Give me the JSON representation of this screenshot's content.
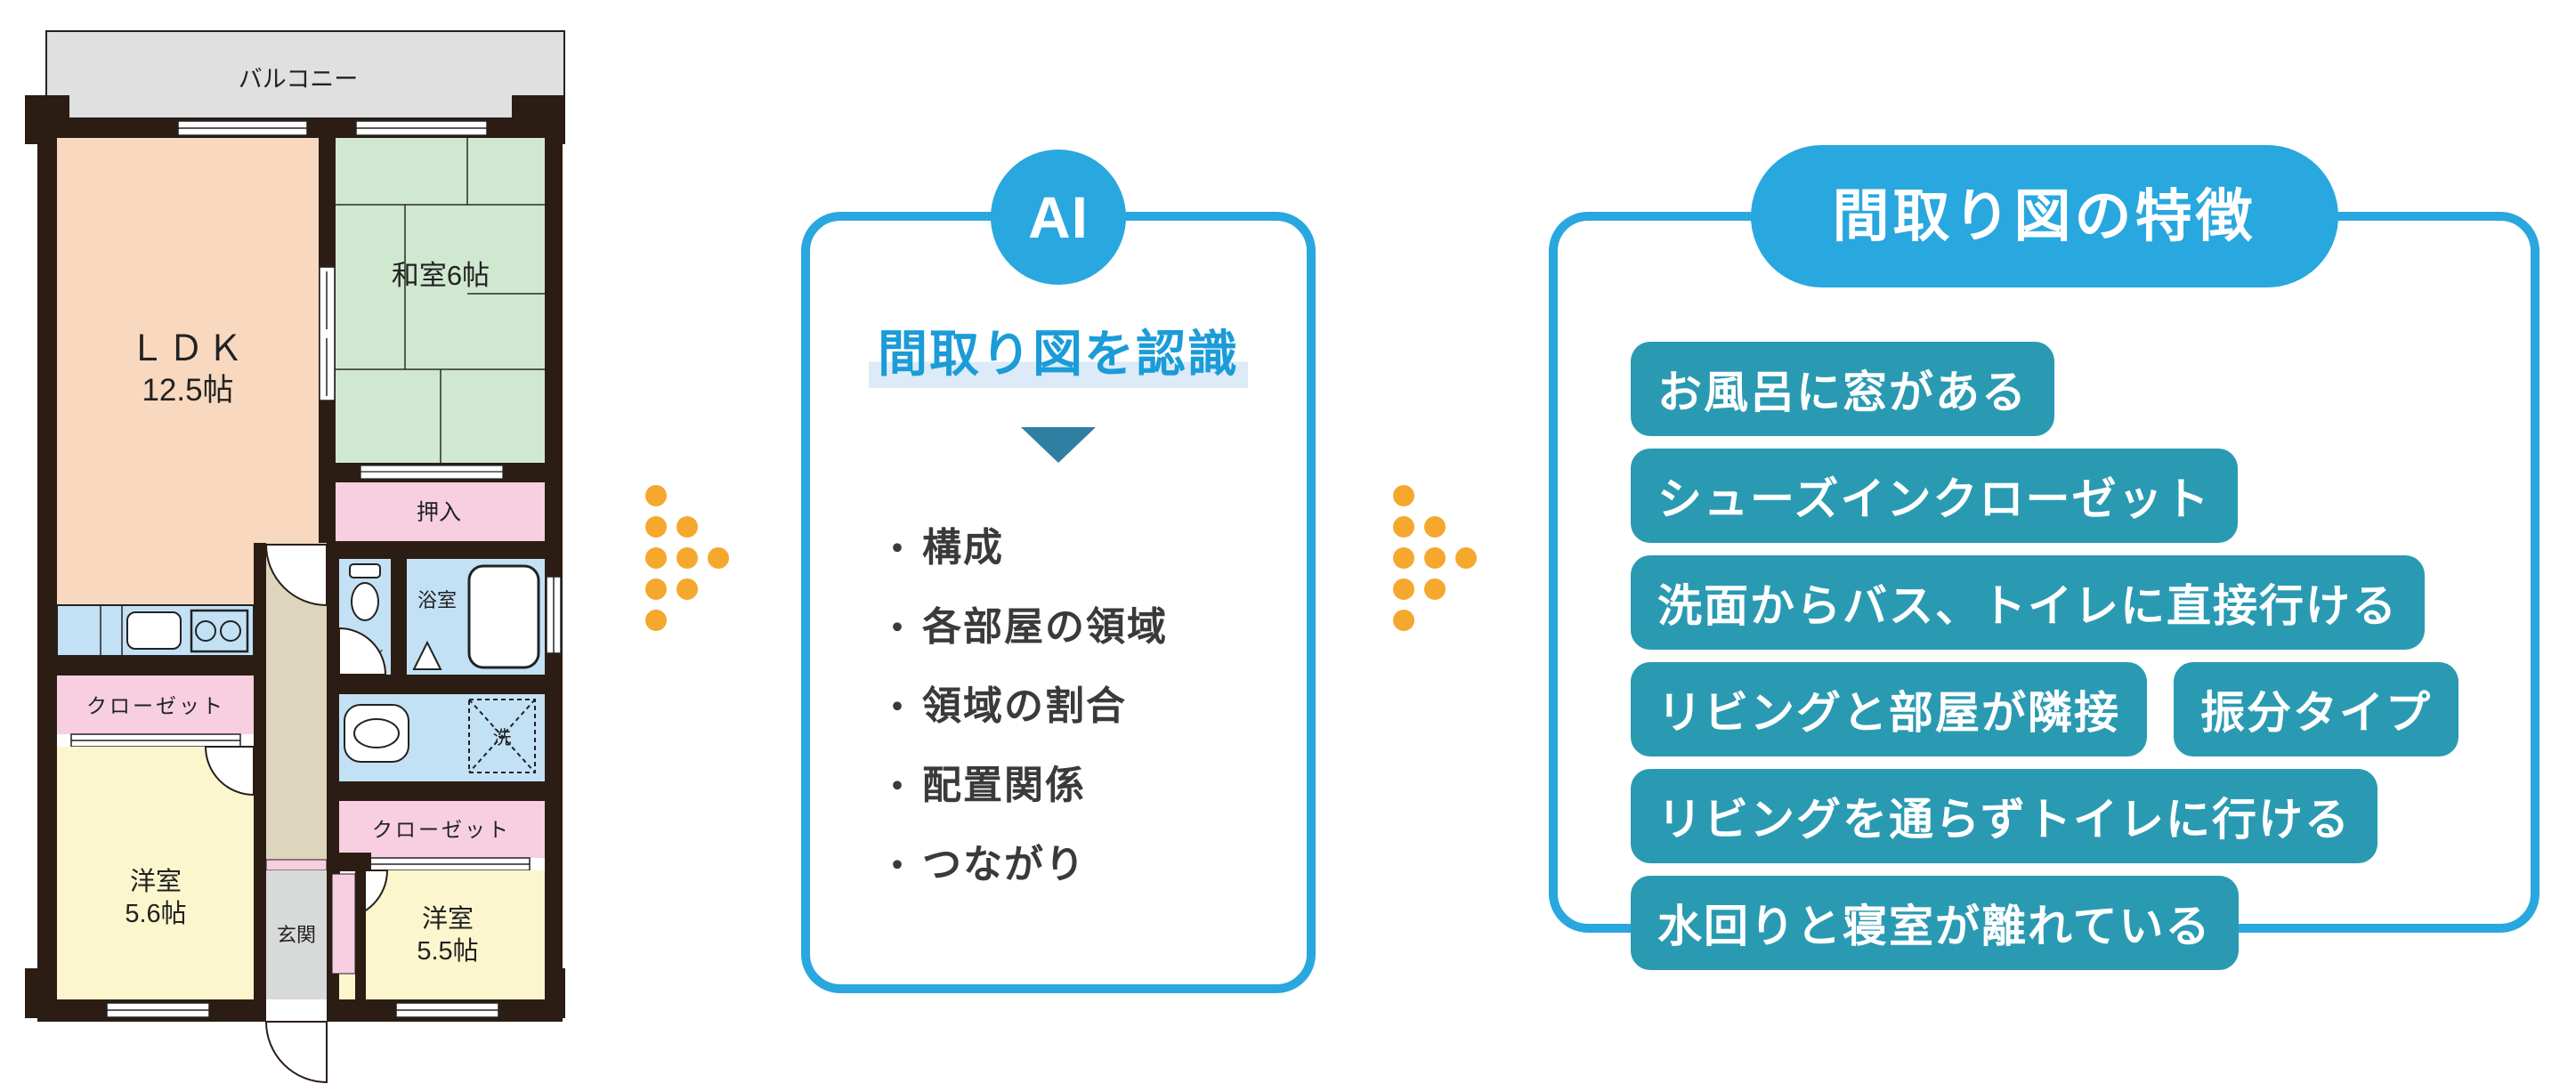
{
  "floorplan": {
    "balcony": "バルコニー",
    "ldk_name": "ＬＤＫ",
    "ldk_size": "12.5帖",
    "washitsu": "和室6帖",
    "oshiire": "押入",
    "toilet": "トイレ",
    "bath": "浴室",
    "wash_machine": "洗",
    "closet_left": "クローゼット",
    "closet_right": "クローゼット",
    "western_room_1_name": "洋室",
    "western_room_1_size": "5.6帖",
    "western_room_2_name": "洋室",
    "western_room_2_size": "5.5帖",
    "entrance": "玄関"
  },
  "ai_card": {
    "badge": "AI",
    "title": "間取り図を認識",
    "bullet": "・",
    "items": [
      "構成",
      "各部屋の領域",
      "領域の割合",
      "配置関係",
      "つながり"
    ]
  },
  "features_card": {
    "title": "間取り図の特徴",
    "rows": [
      [
        "お風呂に窓がある"
      ],
      [
        "シューズインクローゼット"
      ],
      [
        "洗面からバス、トイレに直接行ける"
      ],
      [
        "リビングと部屋が隣接",
        "振分タイプ"
      ],
      [
        "リビングを通らずトイレに行ける"
      ],
      [
        "水回りと寝室が離れている"
      ]
    ]
  },
  "colors": {
    "accent_blue": "#29a7df",
    "title_blue": "#1b9cd8",
    "highlight_blue": "#dcebf7",
    "arrow_steel_blue": "#2f7fa3",
    "badge_teal": "#2a9ab2",
    "dot_orange": "#f6a72e",
    "wall_dark": "#2b1d13",
    "room_ldk": "#f8d9c0",
    "room_tatami": "#cfe8cf",
    "room_closet": "#f7cfe0",
    "room_water": "#c3e1f5",
    "room_western": "#fbf6cd",
    "room_balcony": "#e0e0e0",
    "room_hall": "#ded5bd",
    "room_entrance": "#d8d9d9"
  }
}
